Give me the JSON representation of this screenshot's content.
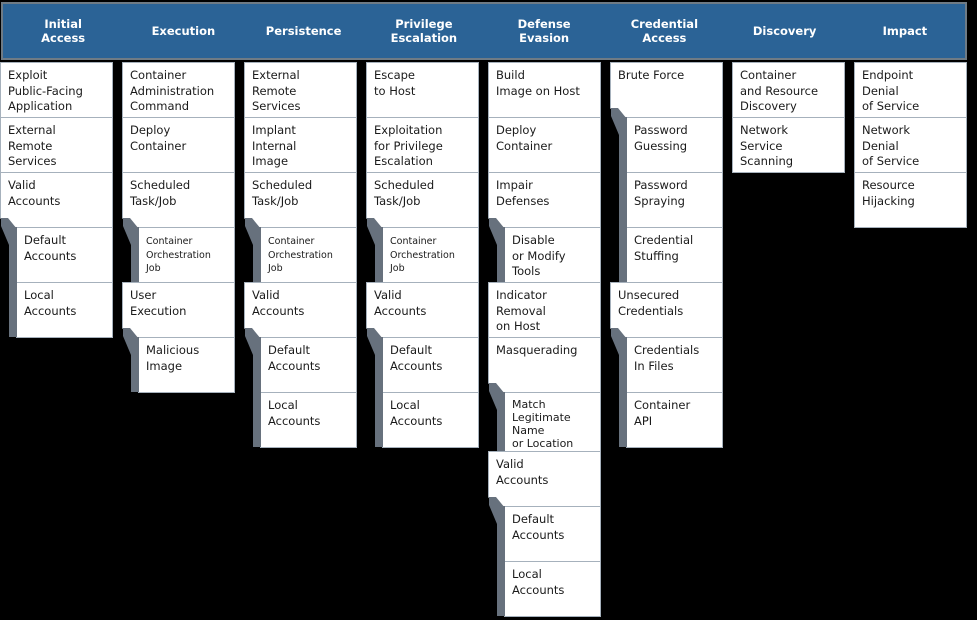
{
  "colors": {
    "background": "#000000",
    "header_bg": "#2B6396",
    "header_border": "#6F7B85",
    "header_text": "#FFFFFF",
    "cell_bg": "#FFFFFF",
    "cell_border": "#A6B1BC",
    "connector_gray": "#67717D",
    "cell_text": "#1A1A1A"
  },
  "columns": [
    {
      "name": "Initial Access",
      "header_label": "Initial\nAccess",
      "techniques": [
        {
          "label": "Exploit\nPublic-Facing\nApplication"
        },
        {
          "label": "External\nRemote\nServices"
        },
        {
          "label": "Valid\nAccounts",
          "has_subs": true
        },
        {
          "label": "Default\nAccounts",
          "sub": true,
          "group_start": true
        },
        {
          "label": "Local\nAccounts",
          "sub": true
        }
      ]
    },
    {
      "name": "Execution",
      "header_label": "Execution",
      "techniques": [
        {
          "label": "Container\nAdministration\nCommand"
        },
        {
          "label": "Deploy\nContainer"
        },
        {
          "label": "Scheduled\nTask/Job",
          "has_subs": true
        },
        {
          "label": "Container\nOrchestration\nJob",
          "sub": true,
          "group_start": true,
          "small": true
        },
        {
          "label": "User\nExecution",
          "has_subs": true
        },
        {
          "label": "Malicious\nImage",
          "sub": true,
          "group_start": true
        }
      ]
    },
    {
      "name": "Persistence",
      "header_label": "Persistence",
      "techniques": [
        {
          "label": "External\nRemote\nServices"
        },
        {
          "label": "Implant\nInternal\nImage"
        },
        {
          "label": "Scheduled\nTask/Job",
          "has_subs": true
        },
        {
          "label": "Container\nOrchestration\nJob",
          "sub": true,
          "group_start": true,
          "small": true
        },
        {
          "label": "Valid\nAccounts",
          "has_subs": true
        },
        {
          "label": "Default\nAccounts",
          "sub": true,
          "group_start": true
        },
        {
          "label": "Local\nAccounts",
          "sub": true
        }
      ]
    },
    {
      "name": "Privilege Escalation",
      "header_label": "Privilege\nEscalation",
      "techniques": [
        {
          "label": "Escape\nto Host"
        },
        {
          "label": "Exploitation\nfor Privilege\nEscalation"
        },
        {
          "label": "Scheduled\nTask/Job",
          "has_subs": true
        },
        {
          "label": "Container\nOrchestration\nJob",
          "sub": true,
          "group_start": true,
          "small": true
        },
        {
          "label": "Valid\nAccounts",
          "has_subs": true
        },
        {
          "label": "Default\nAccounts",
          "sub": true,
          "group_start": true
        },
        {
          "label": "Local\nAccounts",
          "sub": true
        }
      ]
    },
    {
      "name": "Defense Evasion",
      "header_label": "Defense\nEvasion",
      "techniques": [
        {
          "label": "Build\nImage on Host"
        },
        {
          "label": "Deploy\nContainer"
        },
        {
          "label": "Impair\nDefenses",
          "has_subs": true
        },
        {
          "label": "Disable\nor Modify\nTools",
          "sub": true,
          "group_start": true
        },
        {
          "label": "Indicator\nRemoval\non Host"
        },
        {
          "label": "Masquerading",
          "has_subs": true
        },
        {
          "label": "Match\nLegitimate\nName\nor Location",
          "sub": true,
          "group_start": true,
          "tall": true
        },
        {
          "label": "Valid\nAccounts",
          "has_subs": true
        },
        {
          "label": "Default\nAccounts",
          "sub": true,
          "group_start": true
        },
        {
          "label": "Local\nAccounts",
          "sub": true
        }
      ]
    },
    {
      "name": "Credential Access",
      "header_label": "Credential\nAccess",
      "techniques": [
        {
          "label": "Brute Force",
          "has_subs": true
        },
        {
          "label": "Password\nGuessing",
          "sub": true,
          "group_start": true
        },
        {
          "label": "Password\nSpraying",
          "sub": true
        },
        {
          "label": "Credential\nStuffing",
          "sub": true
        },
        {
          "label": "Unsecured\nCredentials",
          "has_subs": true
        },
        {
          "label": "Credentials\nIn Files",
          "sub": true,
          "group_start": true
        },
        {
          "label": "Container\nAPI",
          "sub": true
        }
      ]
    },
    {
      "name": "Discovery",
      "header_label": "Discovery",
      "techniques": [
        {
          "label": "Container\nand Resource\nDiscovery"
        },
        {
          "label": "Network\nService\nScanning"
        }
      ]
    },
    {
      "name": "Impact",
      "header_label": "Impact",
      "techniques": [
        {
          "label": "Endpoint\nDenial\nof Service"
        },
        {
          "label": "Network\nDenial\nof Service"
        },
        {
          "label": "Resource\nHijacking"
        }
      ]
    }
  ]
}
